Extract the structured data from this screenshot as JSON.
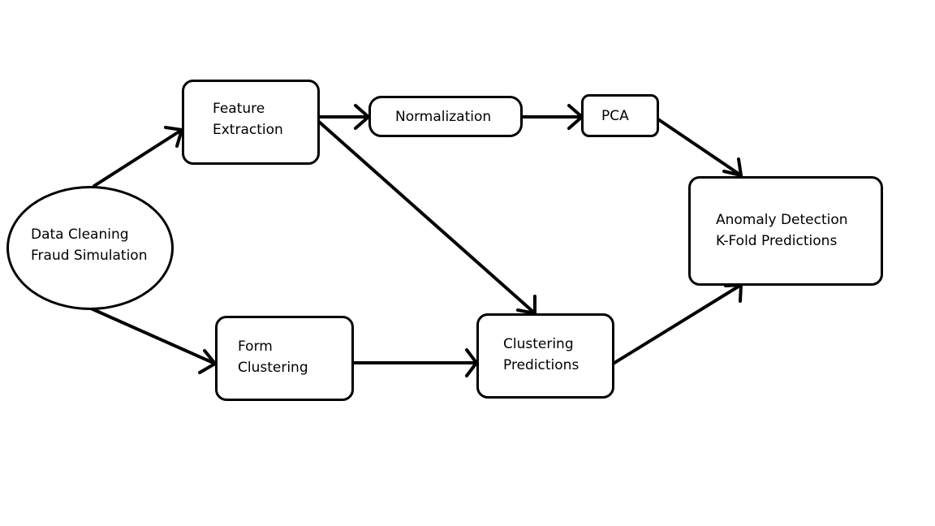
{
  "nodes": {
    "data_cleaning": {
      "lines": [
        "Data Cleaning",
        "Fraud Simulation"
      ]
    },
    "feature_extraction": {
      "lines": [
        "Feature",
        "Extraction"
      ]
    },
    "normalization": {
      "lines": [
        "Normalization"
      ]
    },
    "pca": {
      "lines": [
        "PCA"
      ]
    },
    "anomaly_detection": {
      "lines": [
        "Anomaly Detection",
        "K-Fold Predictions"
      ]
    },
    "form_clustering": {
      "lines": [
        "Form",
        "Clustering"
      ]
    },
    "clustering_predictions": {
      "lines": [
        "Clustering",
        "Predictions"
      ]
    }
  },
  "edges": [
    {
      "from": "data_cleaning",
      "to": "feature_extraction"
    },
    {
      "from": "data_cleaning",
      "to": "form_clustering"
    },
    {
      "from": "feature_extraction",
      "to": "normalization"
    },
    {
      "from": "normalization",
      "to": "pca"
    },
    {
      "from": "pca",
      "to": "anomaly_detection"
    },
    {
      "from": "feature_extraction",
      "to": "clustering_predictions"
    },
    {
      "from": "form_clustering",
      "to": "clustering_predictions"
    },
    {
      "from": "clustering_predictions",
      "to": "anomaly_detection"
    }
  ],
  "colors": {
    "stroke": "#000000",
    "background": "#ffffff"
  }
}
